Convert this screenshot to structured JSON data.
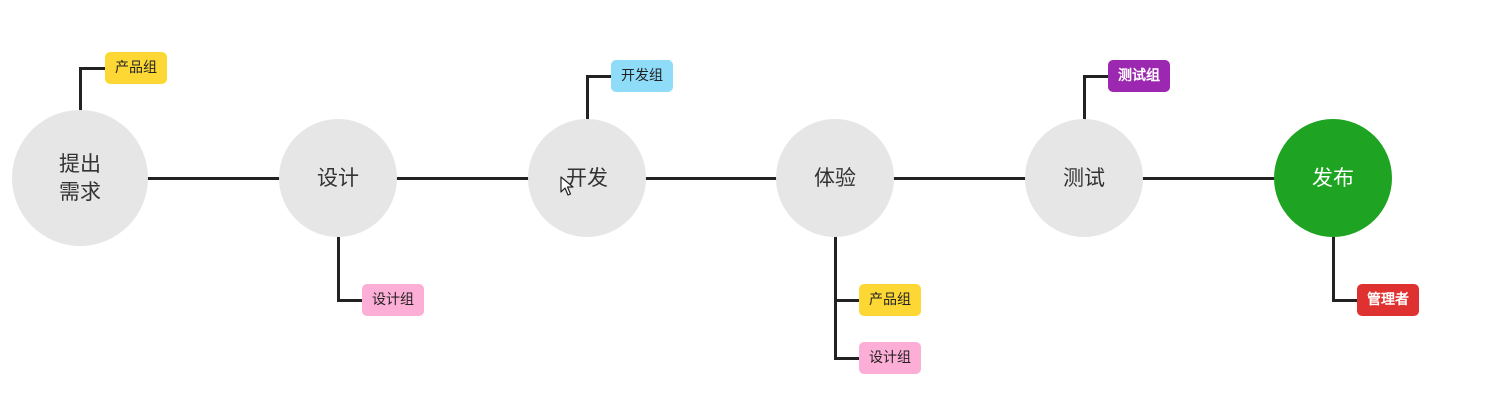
{
  "colors": {
    "node_fill": "#e6e6e6",
    "final_node_fill": "#1fa323",
    "connector": "#222222",
    "product_group": "#fdd835",
    "design_group": "#fcaed6",
    "dev_group": "#8fdcf9",
    "test_group": "#9c27b0",
    "admin": "#e03131"
  },
  "stages": [
    {
      "label": "提出\n需求"
    },
    {
      "label": "设计"
    },
    {
      "label": "开发"
    },
    {
      "label": "体验"
    },
    {
      "label": "测试"
    },
    {
      "label": "发布"
    }
  ],
  "tags": [
    {
      "stage": 0,
      "label": "产品组",
      "color": "#fdd835"
    },
    {
      "stage": 1,
      "label": "设计组",
      "color": "#fcaed6"
    },
    {
      "stage": 2,
      "label": "开发组",
      "color": "#8fdcf9"
    },
    {
      "stage": 3,
      "label": "产品组",
      "color": "#fdd835"
    },
    {
      "stage": 3,
      "label": "设计组",
      "color": "#fcaed6"
    },
    {
      "stage": 4,
      "label": "测试组",
      "color": "#9c27b0"
    },
    {
      "stage": 5,
      "label": "管理者",
      "color": "#e03131"
    }
  ],
  "cursor_icon": "mouse-pointer-icon"
}
